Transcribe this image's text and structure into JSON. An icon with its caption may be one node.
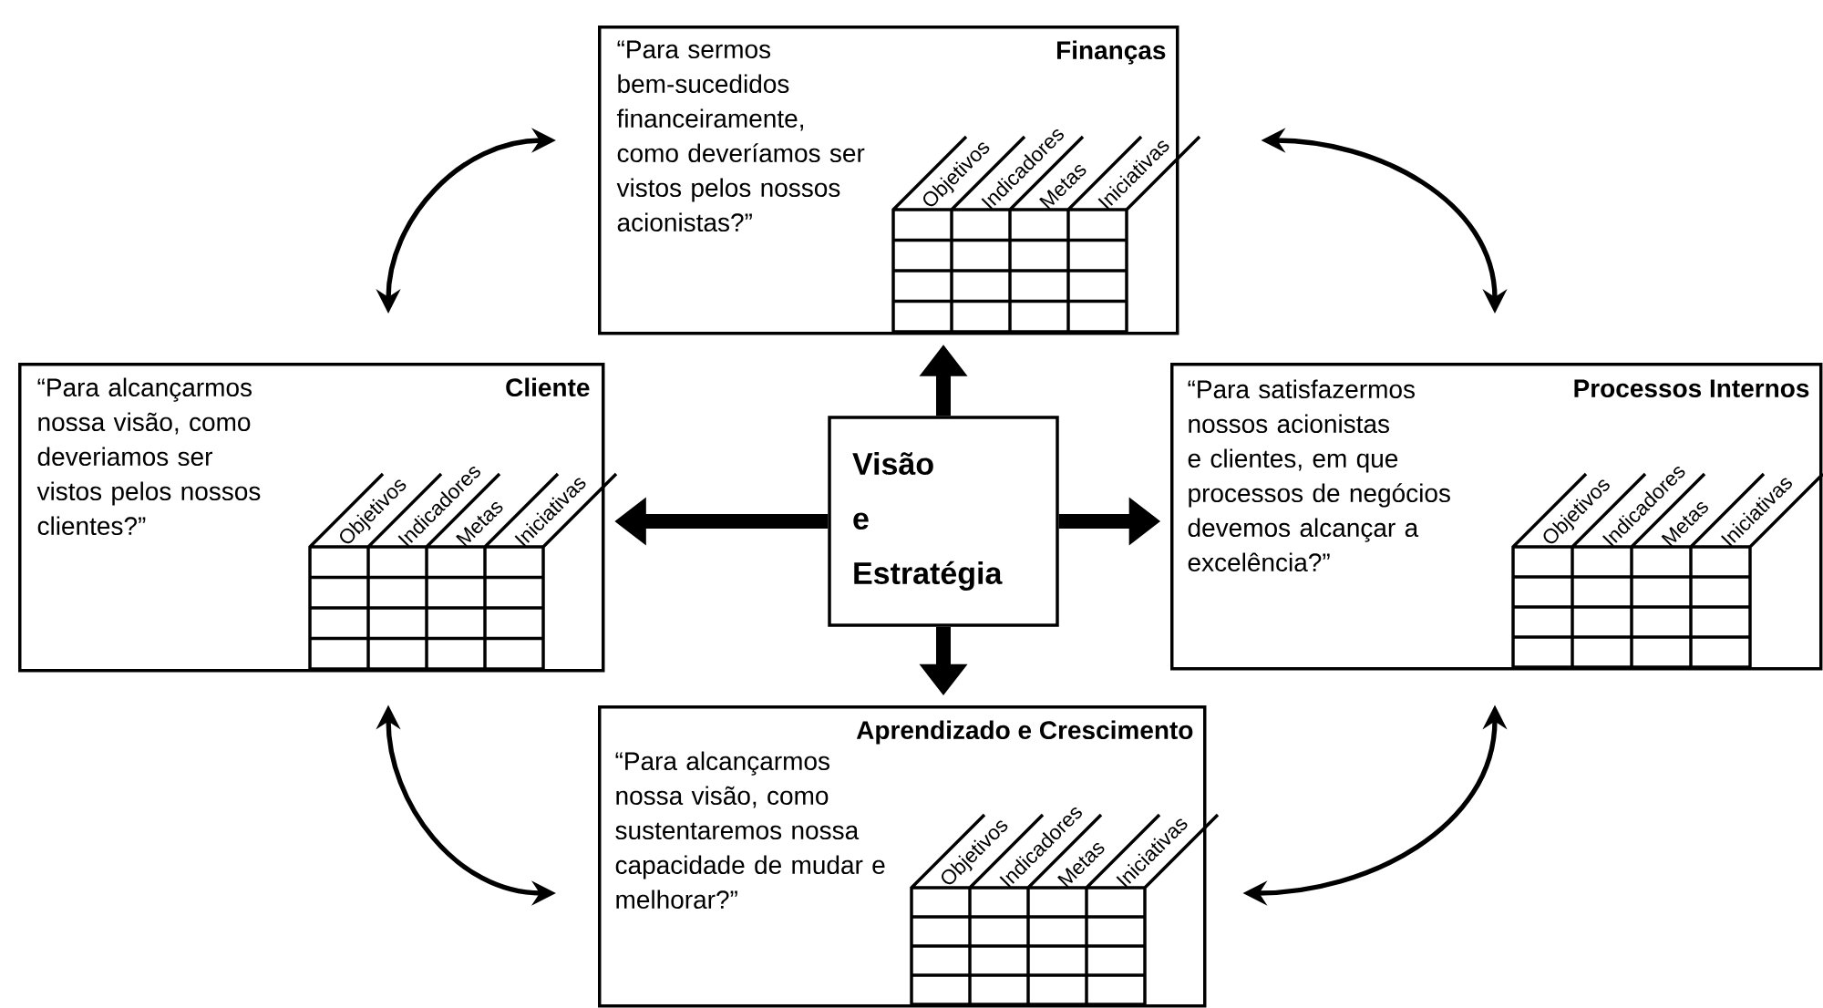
{
  "diagram": {
    "nodes": [
      {
        "text": [
          "Finanças",
          "“Para sermos bem-sucedidos financeiramente, como deveríamos ser vistos pelos nossos acionistas?”",
          "Objetivos",
          "Indicadores",
          "Metas",
          "Iniciativas"
        ]
      },
      {
        "text": [
          "Cliente",
          "“Para alcançarmos nossa visão, como deveriamos ser vistos pelos nossos clientes?”",
          "Objetivos",
          "Indicadores",
          "Metas",
          "Iniciativas"
        ]
      },
      {
        "text": [
          "Visão e Estratégia"
        ]
      },
      {
        "text": [
          "Processos Internos",
          "“Para satisfazermos nossos acionistas e clientes, em que processos de negócios devemos alcançar a excelência?”",
          "Objetivos",
          "Indicadores",
          "Metas",
          "Iniciativas"
        ]
      },
      {
        "text": [
          "Aprendizado e Crescimento",
          "“Para alcançarmos nossa visão, como sustentaremos nossa capacidade de mudar e melhorar?”",
          "Objetivos",
          "Indicadores",
          "Metas",
          "Iniciativas"
        ]
      }
    ],
    "edges": [
      {
        "from": 2,
        "to": 0,
        "arrow": "to",
        "style": "thick"
      },
      {
        "from": 2,
        "to": 1,
        "arrow": "to",
        "style": "thick"
      },
      {
        "from": 2,
        "to": 3,
        "arrow": "to",
        "style": "thick"
      },
      {
        "from": 2,
        "to": 4,
        "arrow": "to",
        "style": "thick"
      },
      {
        "from": 0,
        "to": 1,
        "arrow": "both"
      },
      {
        "from": 0,
        "to": 3,
        "arrow": "both"
      },
      {
        "from": 1,
        "to": 4,
        "arrow": "both"
      },
      {
        "from": 3,
        "to": 4,
        "arrow": "both"
      }
    ]
  }
}
